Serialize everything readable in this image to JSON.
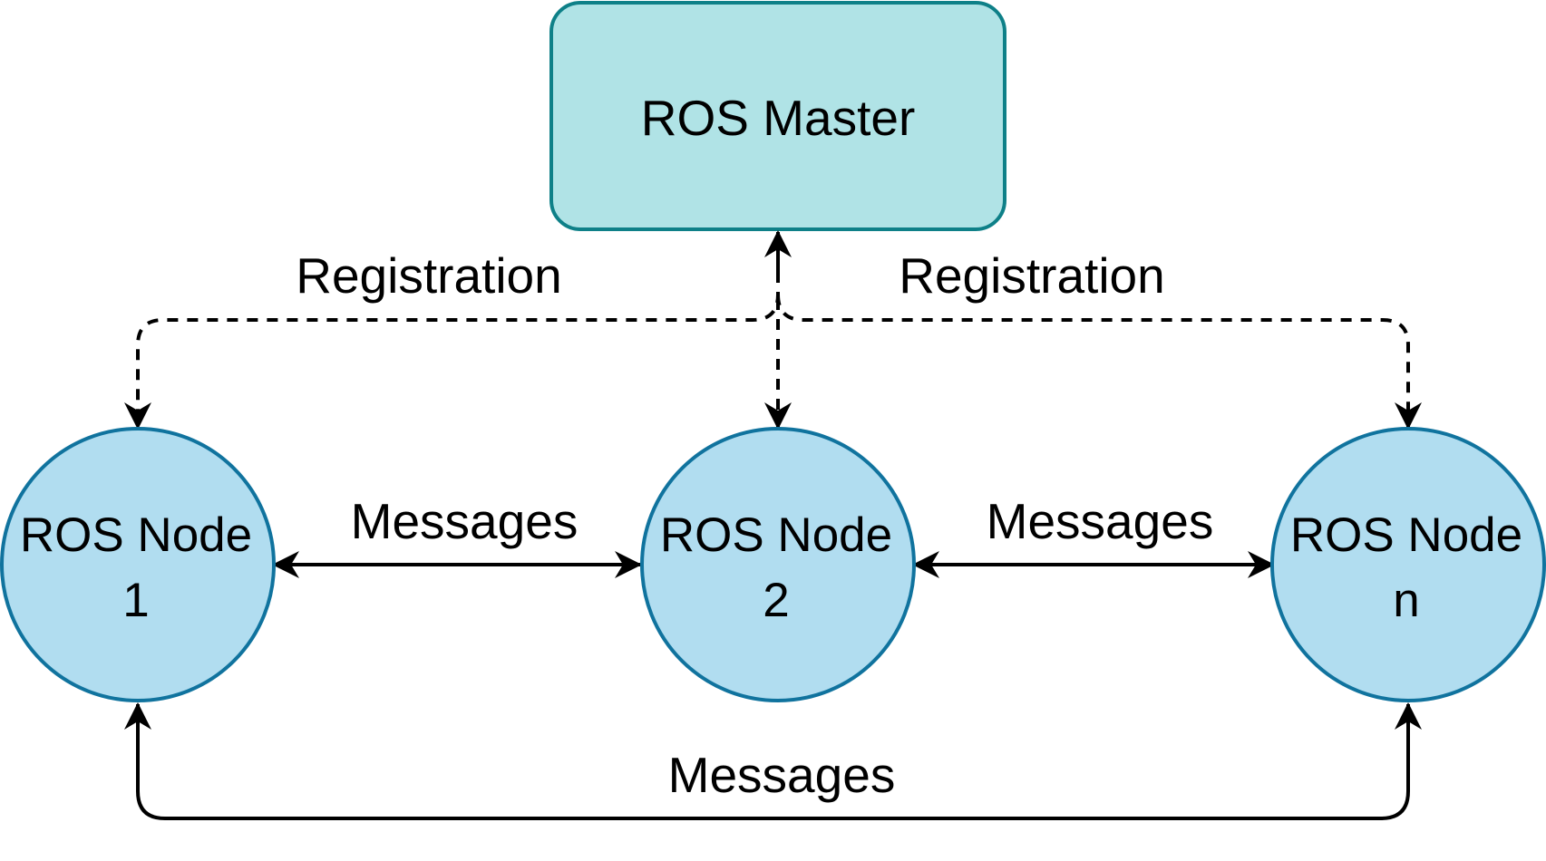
{
  "colors": {
    "master_fill": "#b0e3e6",
    "master_stroke": "#0e8088",
    "node_fill": "#b1ddf0",
    "node_stroke": "#10739e",
    "edge": "#000000"
  },
  "master": {
    "label": "ROS Master"
  },
  "nodes": [
    {
      "line1": "ROS Node",
      "line2": "1"
    },
    {
      "line1": "ROS Node",
      "line2": "2"
    },
    {
      "line1": "ROS Node",
      "line2": "n"
    }
  ],
  "edges": {
    "registration_left": "Registration",
    "registration_right": "Registration",
    "messages_1_2": "Messages",
    "messages_2_n": "Messages",
    "messages_1_n": "Messages"
  }
}
